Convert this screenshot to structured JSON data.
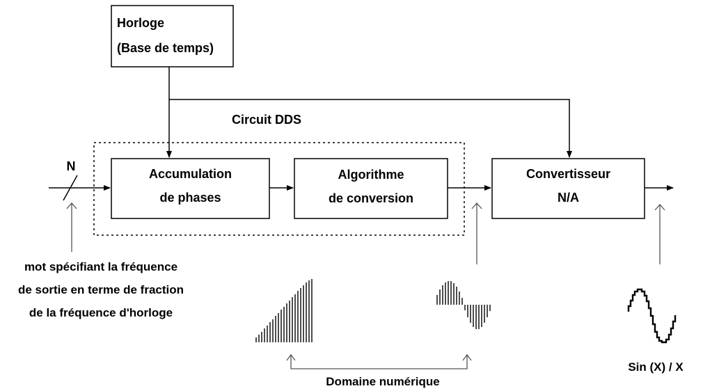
{
  "clock": {
    "line1": "Horloge",
    "line2": "(Base de temps)"
  },
  "dds_label": "Circuit DDS",
  "input_label": "N",
  "phase_accumulator": {
    "line1": "Accumulation",
    "line2": "de phases"
  },
  "conversion_algorithm": {
    "line1": "Algorithme",
    "line2": "de conversion"
  },
  "dac": {
    "line1": "Convertisseur",
    "line2": "N/A"
  },
  "input_note": {
    "line1": "mot spécifiant la fréquence",
    "line2": "de sortie en terme de fraction",
    "line3": "de la fréquence d'horloge"
  },
  "output_label": "Sin (X) / X",
  "digital_domain_label": "Domaine numérique",
  "colors": {
    "stroke": "#000000",
    "light_stroke": "#555555",
    "background": "#ffffff"
  }
}
